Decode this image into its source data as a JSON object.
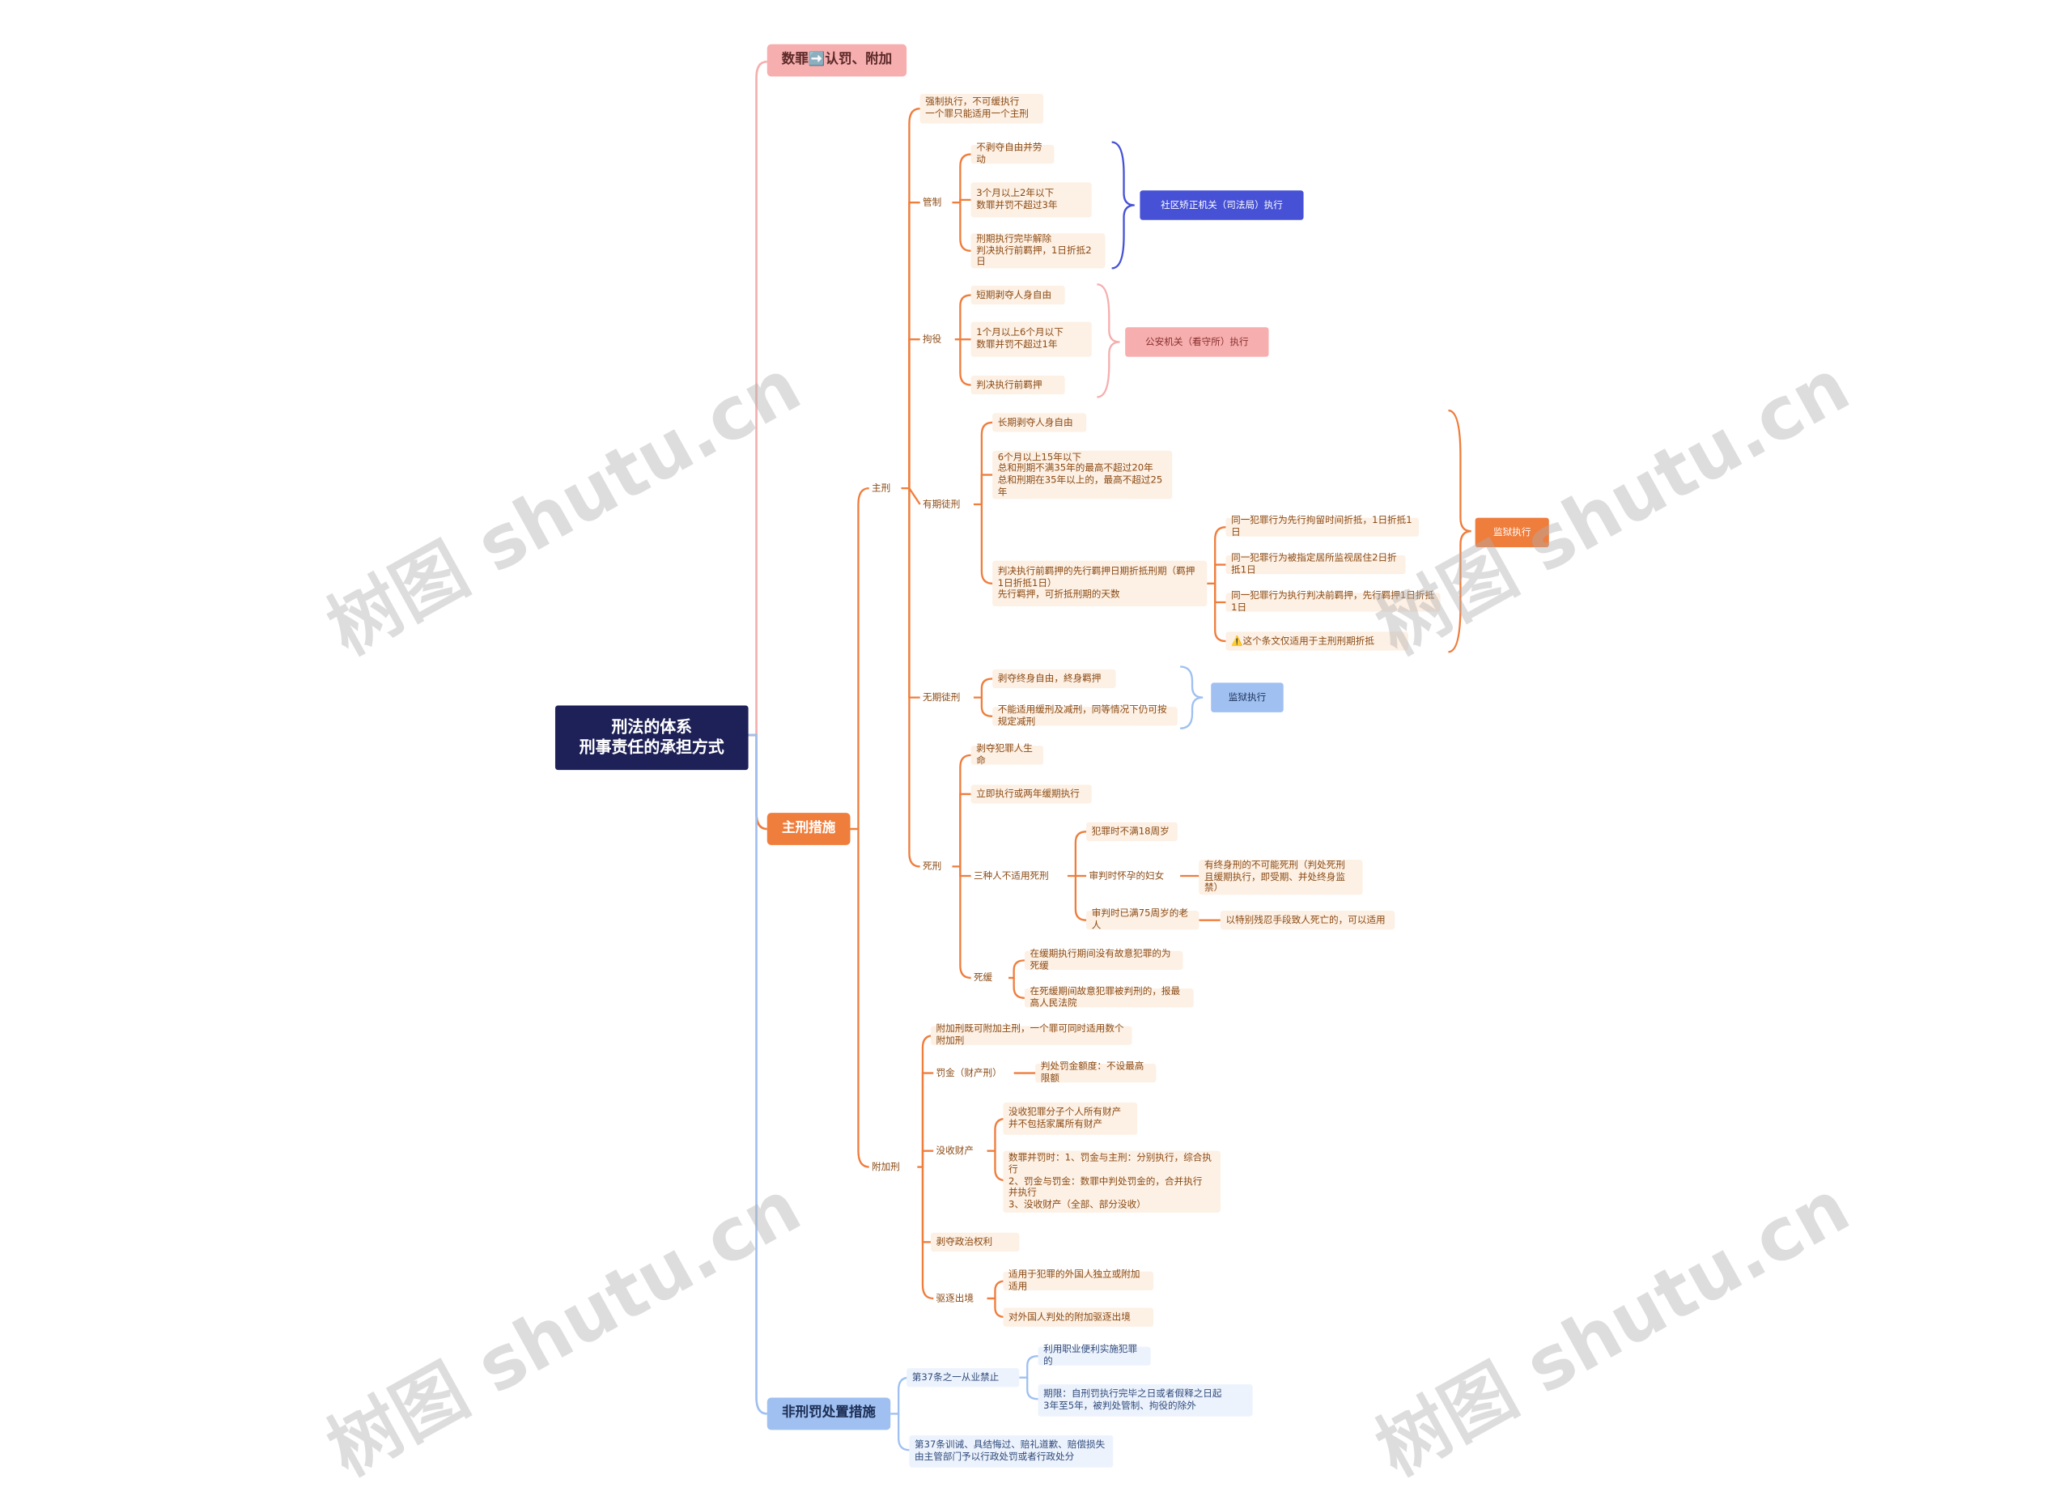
{
  "root": {
    "line1": "刑法的体系",
    "line2": "刑事责任的承担方式"
  },
  "top_branch": {
    "label": "数罪➡️认罚、附加"
  },
  "main_penalty": {
    "label": "主刑措施",
    "zhuxing": {
      "label": "主刑",
      "intro": "强制执行，不可缓执行\n一个罪只能适用一个主刑",
      "guanzhi": {
        "label": "管制",
        "items": [
          "不剥夺自由并劳动",
          "3个月以上2年以下\n数罪并罚不超过3年",
          "刑期执行完毕解除\n判决执行前羁押，1日折抵2日"
        ],
        "summary": "社区矫正机关（司法局）执行"
      },
      "juyi": {
        "label": "拘役",
        "items": [
          "短期剥夺人身自由",
          "1个月以上6个月以下\n数罪并罚不超过1年",
          "判决执行前羁押"
        ],
        "summary": "公安机关（看守所）执行"
      },
      "youqi": {
        "label": "有期徒刑",
        "items": [
          "长期剥夺人身自由",
          "6个月以上15年以下\n总和刑期不满35年的最高不超过20年\n总和刑期在35年以上的，最高不超过25年",
          "判决执行前羁押的先行羁押日期折抵刑期（羁押\n1日折抵1日）\n先行羁押，可折抵刑期的天数"
        ],
        "sub": [
          "同一犯罪行为先行拘留时间折抵，1日折抵1日",
          "同一犯罪行为被指定居所监视居住2日折抵1日",
          "同一犯罪行为执行判决前羁押，先行羁押1日折抵1日",
          "⚠️这个条文仅适用于主刑刑期折抵"
        ],
        "summary": "监狱执行"
      },
      "wuqi": {
        "label": "无期徒刑",
        "items": [
          "剥夺终身自由，終身羁押",
          "不能适用缓刑及减刑，同等情况下仍可按规定减刑"
        ],
        "summary": "监狱执行"
      },
      "sixing": {
        "label": "死刑",
        "items": [
          "剥夺犯罪人生命",
          "立即执行或两年缓期执行"
        ],
        "mid": "三种人不适用死刑",
        "mid_items": [
          "犯罪时不满18周岁",
          "审判时怀孕的妇女",
          "审判时已满75周岁的老人"
        ],
        "mid_details": [
          "有终身刑的不可能死刑（判处死刑\n且缓期执行，即受期、并处终身监禁）",
          "以特别残忍手段致人死亡的，可以适用"
        ],
        "ask": "死缓",
        "ask_items": [
          "在缓期执行期间没有故意犯罪的为死缓",
          "在死缓期间故意犯罪被判刑的，报最高人民法院"
        ]
      }
    },
    "fujia": {
      "label": "附加刑",
      "intro": "附加刑既可附加主刑，一个罪可同时适用数个附加刑",
      "fajin": {
        "label": "罚金（财产刑）",
        "detail": "判处罚金额度：不设最高限额"
      },
      "mingyin": {
        "label": "没收财产",
        "items": [
          "没收犯罪分子个人所有财产\n并不包括家属所有财产",
          "数罪并罚时：1、罚金与主刑：分别执行，综合执行\n2、罚金与罚金：数罪中判处罚金的，合并执行\n并执行\n3、没收财产（全部、部分没收）"
        ]
      },
      "boduo": "剥夺政治权利",
      "quzhu": {
        "label": "驱逐出境",
        "items": [
          "适用于犯罪的外国人独立或附加适用",
          "对外国人判处的附加驱逐出境"
        ]
      }
    }
  },
  "nonpenal": {
    "label": "非刑罚处置措施",
    "item1": {
      "label": "第37条之一从业禁止",
      "items": [
        "利用职业便利实施犯罪的",
        "期限：自刑罚执行完毕之日或者假释之日起\n3年至5年，被判处管制、拘役的除外"
      ]
    },
    "item2": "第37条训诫、具结悔过、赔礼道歉、赔偿损失\n由主管部门予以行政处罚或者行政处分"
  },
  "watermark": "树图 shutu.cn"
}
